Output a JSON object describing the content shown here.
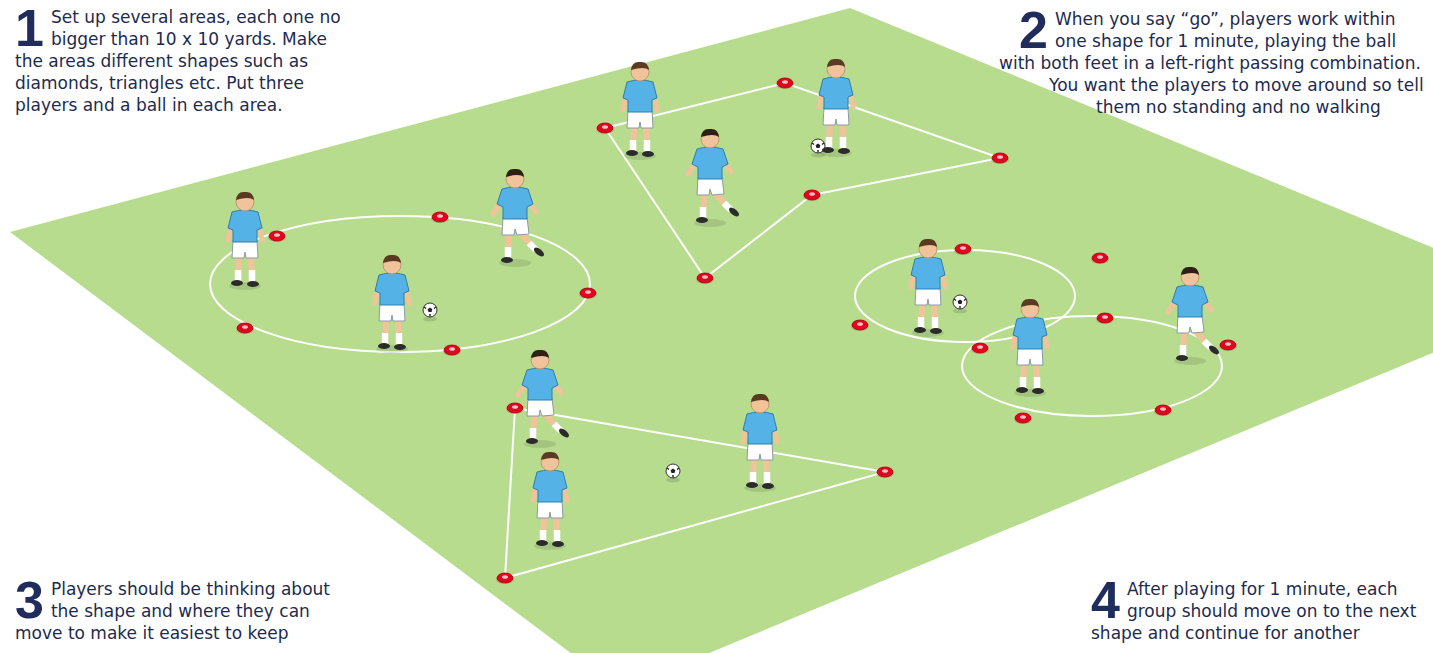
{
  "diagram": {
    "labels": [
      "1",
      "Set up several areas, each one no bigger than 10 x 10 yards. Make the areas different shapes such as diamonds, triangles etc. Put three players and a ball in each area.",
      "2",
      "When you say “go”, players work within one shape for 1 minute, playing the ball with both feet in a left-right passing combination. You want the players to move around so tell them no standing and no walking",
      "3",
      "Players should be thinking about the shape and where they can move to make it easiest to keep",
      "4",
      "After playing for 1 minute, each group should move on to the next shape and continue for another"
    ]
  }
}
